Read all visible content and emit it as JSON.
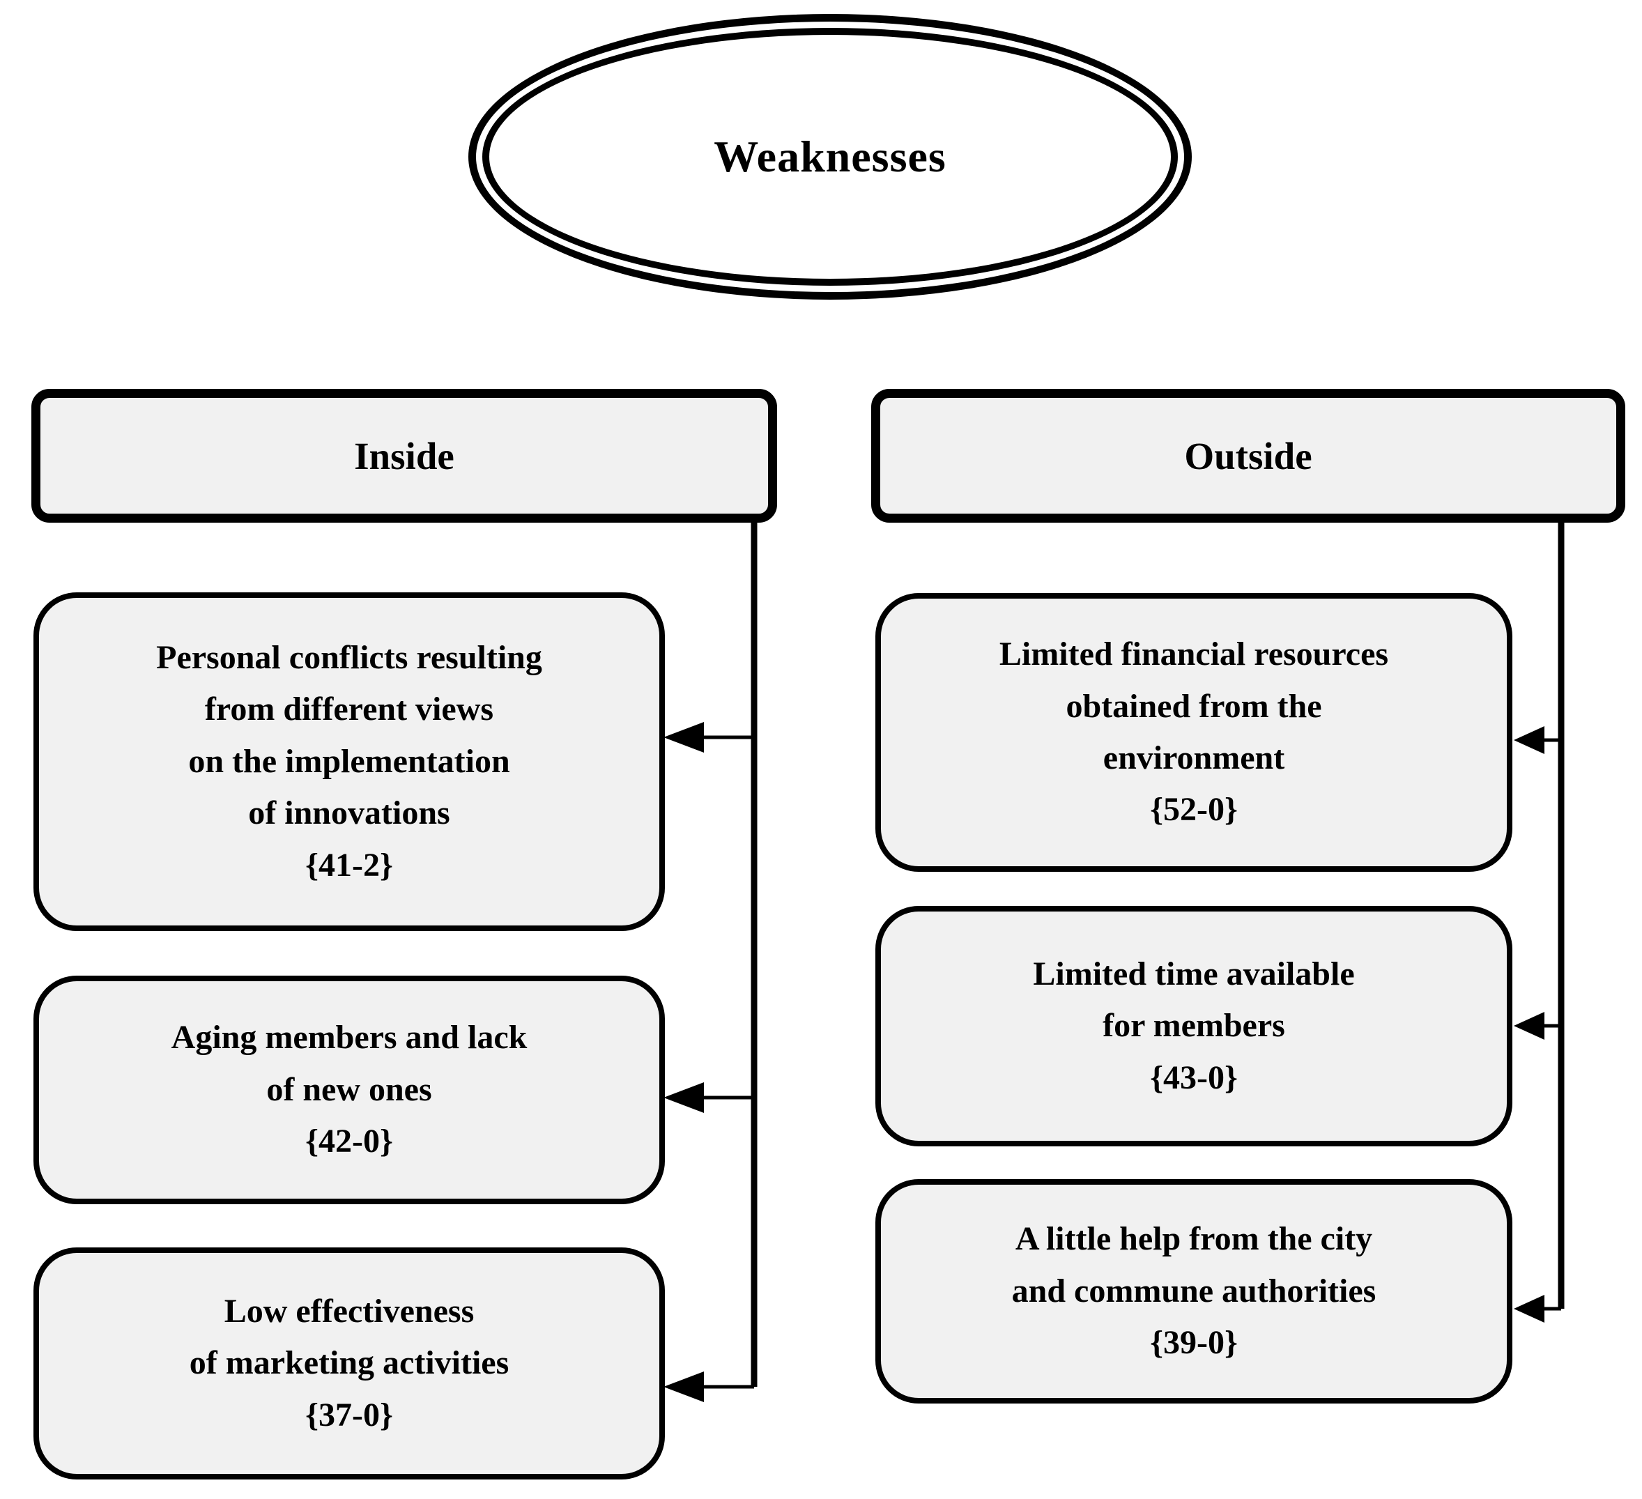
{
  "title": {
    "text": "Weaknesses"
  },
  "columns": [
    {
      "id": "inside",
      "label": "Inside",
      "items": [
        {
          "text": "Personal conflicts resulting\nfrom different views\non the implementation\nof innovations\n{41-2}",
          "score": "{41-2}"
        },
        {
          "text": "Aging members and lack\nof new ones\n{42-0}",
          "score": "{42-0}"
        },
        {
          "text": "Low effectiveness\nof marketing activities\n{37-0}",
          "score": "{37-0}"
        }
      ]
    },
    {
      "id": "outside",
      "label": "Outside",
      "items": [
        {
          "text": "Limited financial resources\nobtained from the\nenvironment\n{52-0}",
          "score": "{52-0}"
        },
        {
          "text": "Limited time available\nfor members\n{43-0}",
          "score": "{43-0}"
        },
        {
          "text": "A little help from the city\nand commune authorities\n{39-0}",
          "score": "{39-0}"
        }
      ]
    }
  ],
  "colors": {
    "box_fill": "#f1f1f1",
    "line": "#000000",
    "background": "#ffffff"
  }
}
